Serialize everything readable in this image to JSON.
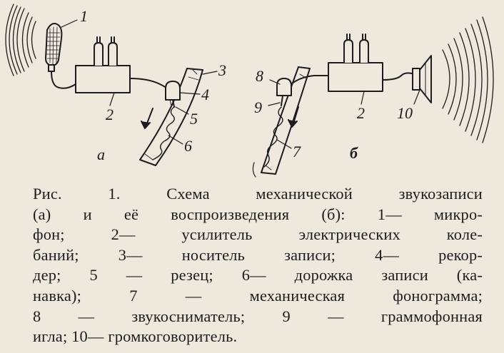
{
  "figure": {
    "labels_left": {
      "microphone": "1",
      "amplifier": "2",
      "carrier": "3",
      "recorder": "4",
      "cutter": "5",
      "groove": "6",
      "subfig": "а"
    },
    "labels_right": {
      "pickup": "8",
      "needle": "9",
      "amplifier": "2",
      "phonogram": "7",
      "speaker": "10",
      "subfig": "б"
    }
  },
  "caption": {
    "lines": [
      "Рис. 1. Схема механической звукозаписи",
      "(а) и её воспроизведения (б): 1— микро-",
      "фон; 2— усилитель электрических коле-",
      "баний; 3— носитель записи; 4— рекор-",
      "дер; 5 — резец; 6— дорожка записи (ка-",
      "навка); 7 — механическая фонограмма;",
      "8 — звукосниматель; 9 — граммофонная",
      "игла; 10— громкоговоритель."
    ]
  }
}
